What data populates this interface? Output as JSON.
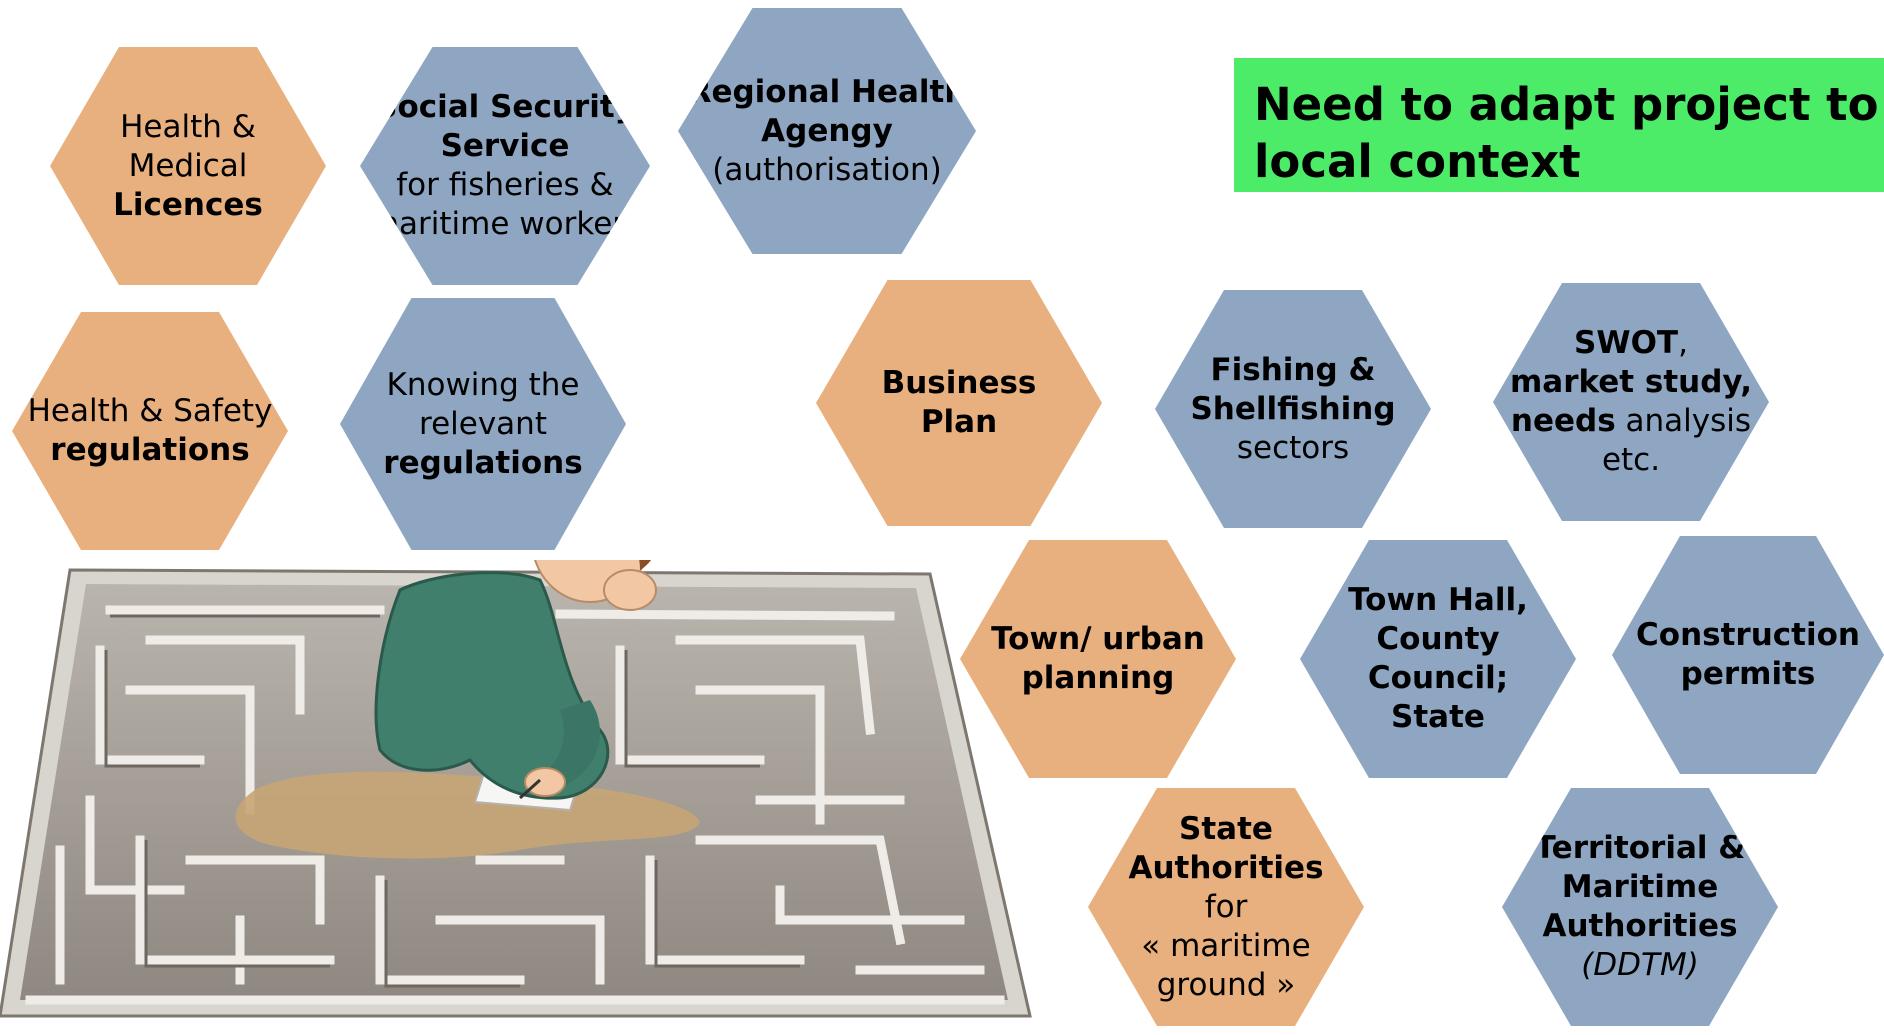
{
  "callout": {
    "line1": "Need to adapt project to",
    "line2": "local context"
  },
  "hexagons": {
    "health_medical": {
      "l1": "Health &",
      "l2": "Medical",
      "l3": "Licences"
    },
    "social_security": {
      "l1": "Social Security",
      "l2": "Service",
      "l3": "for fisheries &",
      "l4": "maritime workers"
    },
    "regional_health": {
      "l1": "Regional Health",
      "l2": "Agengy",
      "l3": "(authorisation)"
    },
    "health_safety": {
      "l1": "Health & Safety",
      "l2": "regulations"
    },
    "knowing": {
      "l1": "Knowing the",
      "l2": "relevant",
      "l3": "regulations"
    },
    "business_plan": {
      "l1": "Business",
      "l2": "Plan"
    },
    "fishing": {
      "l1": "Fishing &",
      "l2": "Shellfishing",
      "l3": "sectors"
    },
    "swot": {
      "l1a": "SWOT",
      "l1b": ",",
      "l2": "market study,",
      "l3a": "needs",
      "l3b": " analysis",
      "l4": "etc."
    },
    "town_planning": {
      "l1": "Town/ urban",
      "l2": "planning"
    },
    "town_hall": {
      "l1": "Town Hall,",
      "l2": "County",
      "l3": "Council;",
      "l4": "State"
    },
    "construction": {
      "l1": "Construction",
      "l2": "permits"
    },
    "state_authorities": {
      "l1": "State",
      "l2": "Authorities",
      "l3": "for",
      "l4": "« maritime",
      "l5": "ground »"
    },
    "territorial": {
      "l1": "Territorial &",
      "l2": "Maritime",
      "l3": "Authorities",
      "l4": "(DDTM)"
    }
  },
  "colors": {
    "orange_hex": "#e8b07e",
    "blue_hex": "#8ea6c2",
    "callout_green": "#4cec68"
  },
  "illustration": "person-solving-maze"
}
